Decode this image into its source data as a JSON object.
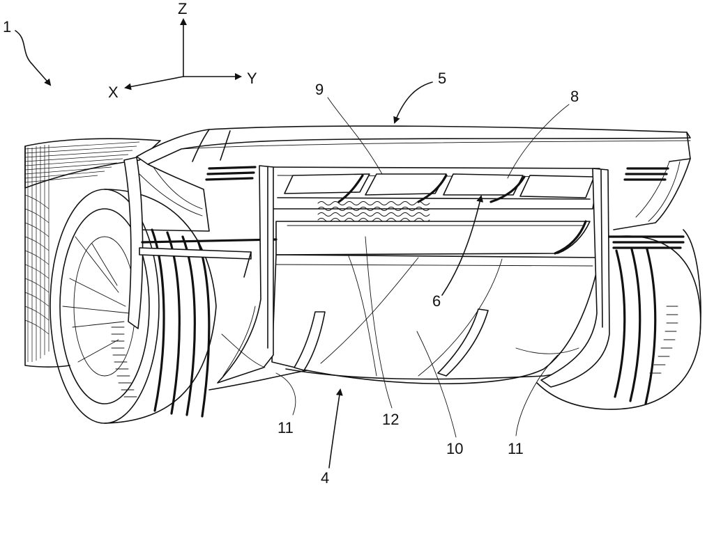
{
  "axes": {
    "z": "Z",
    "y": "Y",
    "x": "X"
  },
  "reference_numerals": {
    "vehicle": "1",
    "rear_diffuser": "4",
    "rear_spoiler": "5",
    "channel": "6",
    "flap": "8",
    "vane": "9",
    "central_fin": "10",
    "side_fin": "11",
    "diffuser_surface": "12"
  },
  "colors": {
    "line": "#111111",
    "background": "#ffffff"
  }
}
